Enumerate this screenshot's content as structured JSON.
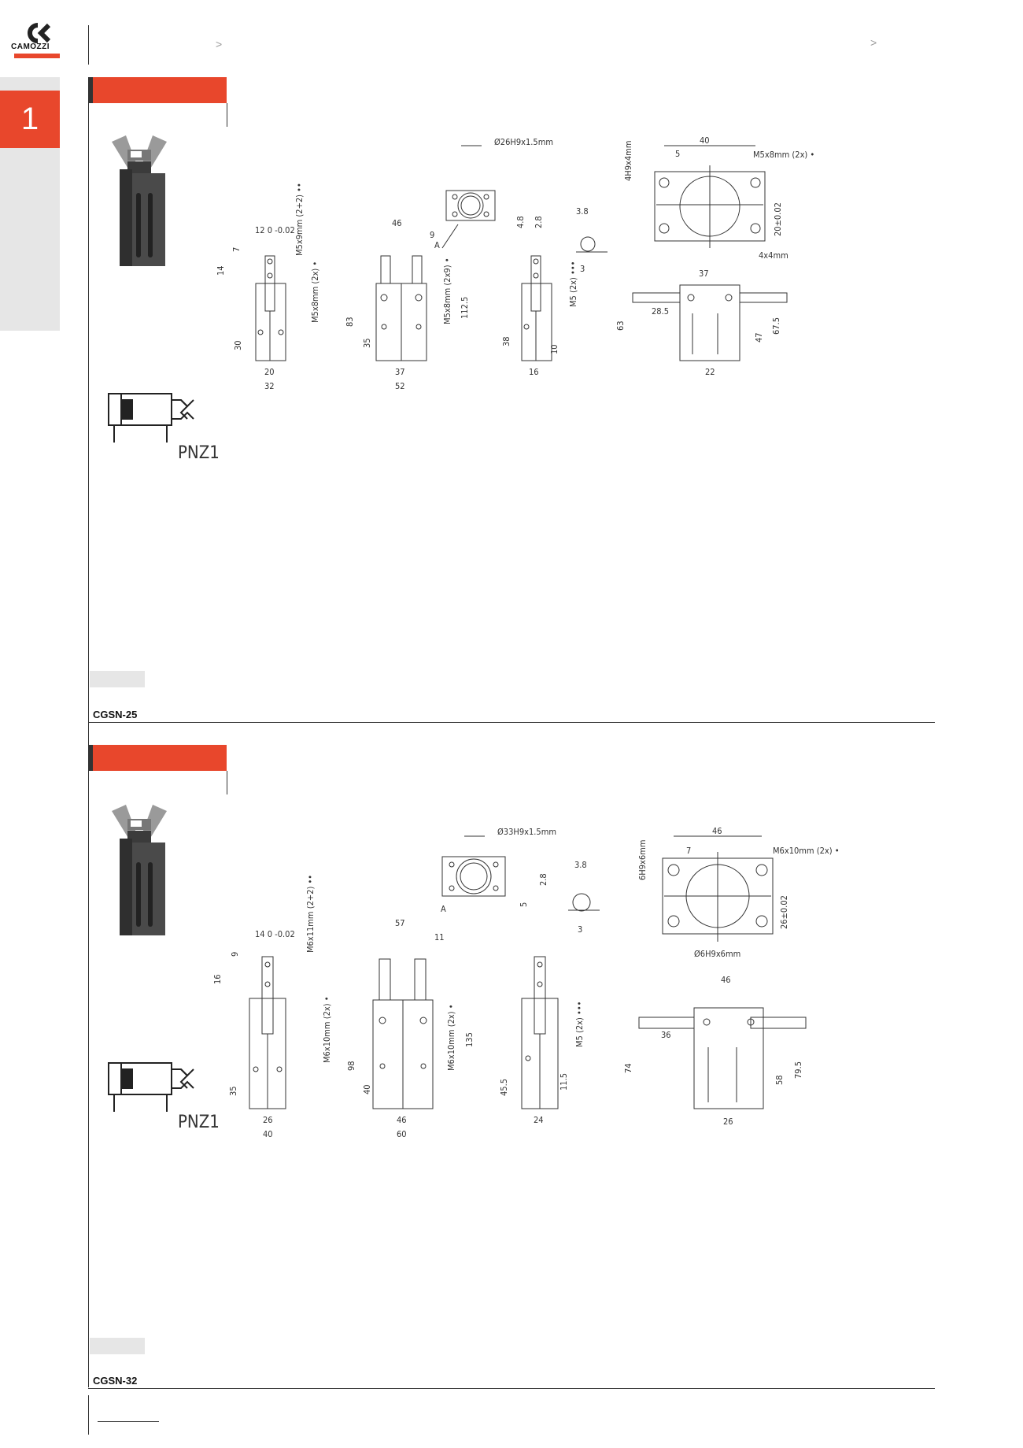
{
  "brand": {
    "name": "CAMOZZI",
    "accent": "#e8472c"
  },
  "chapter": {
    "number": "1"
  },
  "header": {
    "chevron_left": ">",
    "chevron_right": ">"
  },
  "sections": [
    {
      "label": "CGSN-25",
      "symbol_label": "PNZ1",
      "dims": {
        "top_view": {
          "bore": "Ø26H9x1.5mm",
          "d1": "4.8",
          "d2": "2.8",
          "d3": "3.8",
          "d4": "3",
          "ref": "A"
        },
        "bottom_view": {
          "width": "40",
          "offset": "5",
          "thread": "M5x8mm (2x) •",
          "pin": "4H9x4mm",
          "spacing": "20±0.02",
          "key": "4x4mm"
        },
        "side_left": {
          "tol": "12 0 -0.02",
          "t1": "7",
          "t2": "14",
          "thread1": "M5x9mm (2+2) ••",
          "thread2": "M5x8mm (2x) •",
          "h": "30",
          "w1": "20",
          "w2": "32"
        },
        "front": {
          "jaw": "46",
          "gap": "9",
          "thread": "M5x8mm (2x9) •",
          "h1": "83",
          "h2": "35",
          "h3": "112.5",
          "w1": "37",
          "w2": "52"
        },
        "side_right": {
          "thread": "M5 (2x) •••",
          "h1": "38",
          "h2": "10",
          "w": "16"
        },
        "open": {
          "top": "37",
          "arm": "28.5",
          "h1": "63",
          "h2": "47",
          "h3": "67.5",
          "w": "22"
        }
      }
    },
    {
      "label": "CGSN-32",
      "symbol_label": "PNZ1",
      "dims": {
        "top_view": {
          "bore": "Ø33H9x1.5mm",
          "d1": "5",
          "d2": "2.8",
          "d3": "3.8",
          "d4": "3",
          "ref": "A"
        },
        "bottom_view": {
          "width": "46",
          "offset": "7",
          "thread": "M6x10mm (2x) •",
          "pin": "6H9x6mm",
          "spacing": "26±0.02",
          "key": "Ø6H9x6mm"
        },
        "side_left": {
          "tol": "14 0 -0.02",
          "t1": "9",
          "t2": "16",
          "thread1": "M6x11mm (2+2) ••",
          "thread2": "M6x10mm (2x) •",
          "h": "35",
          "w1": "26",
          "w2": "40"
        },
        "front": {
          "jaw": "57",
          "gap": "11",
          "thread": "M6x10mm (2x) •",
          "h1": "98",
          "h2": "40",
          "h3": "135",
          "w1": "46",
          "w2": "60"
        },
        "side_right": {
          "thread": "M5 (2x) •••",
          "h1": "45.5",
          "h2": "11.5",
          "w": "24"
        },
        "open": {
          "top": "46",
          "arm": "36",
          "h1": "74",
          "h2": "58",
          "h3": "79.5",
          "w": "26"
        }
      }
    }
  ]
}
